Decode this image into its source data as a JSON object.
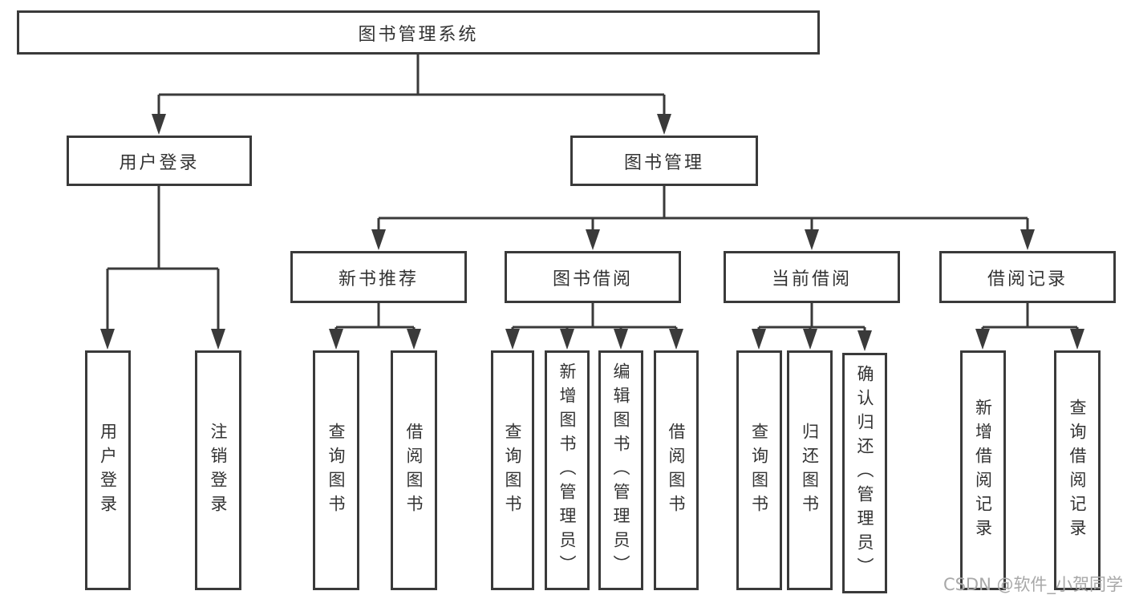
{
  "diagram": {
    "root": {
      "label": "图书管理系统"
    },
    "branches": [
      {
        "label": "用户登录",
        "children": [
          "用户登录",
          "注销登录"
        ]
      },
      {
        "label": "图书管理",
        "groups": [
          {
            "label": "新书推荐",
            "children": [
              "查询图书",
              "借阅图书"
            ]
          },
          {
            "label": "图书借阅",
            "children": [
              "查询图书",
              "新增图书（管理员）",
              "编辑图书（管理员）",
              "借阅图书"
            ]
          },
          {
            "label": "当前借阅",
            "children": [
              "查询图书",
              "归还图书",
              "确认归还（管理员）"
            ]
          },
          {
            "label": "借阅记录",
            "children": [
              "新增借阅记录",
              "查询借阅记录"
            ]
          }
        ]
      }
    ],
    "colors": {
      "line": "#3a3a3a",
      "text": "#333333",
      "background": "#ffffff",
      "watermark": "#a8a8a8"
    }
  },
  "watermark": {
    "text": "CSDN @软件_小贺同学"
  }
}
